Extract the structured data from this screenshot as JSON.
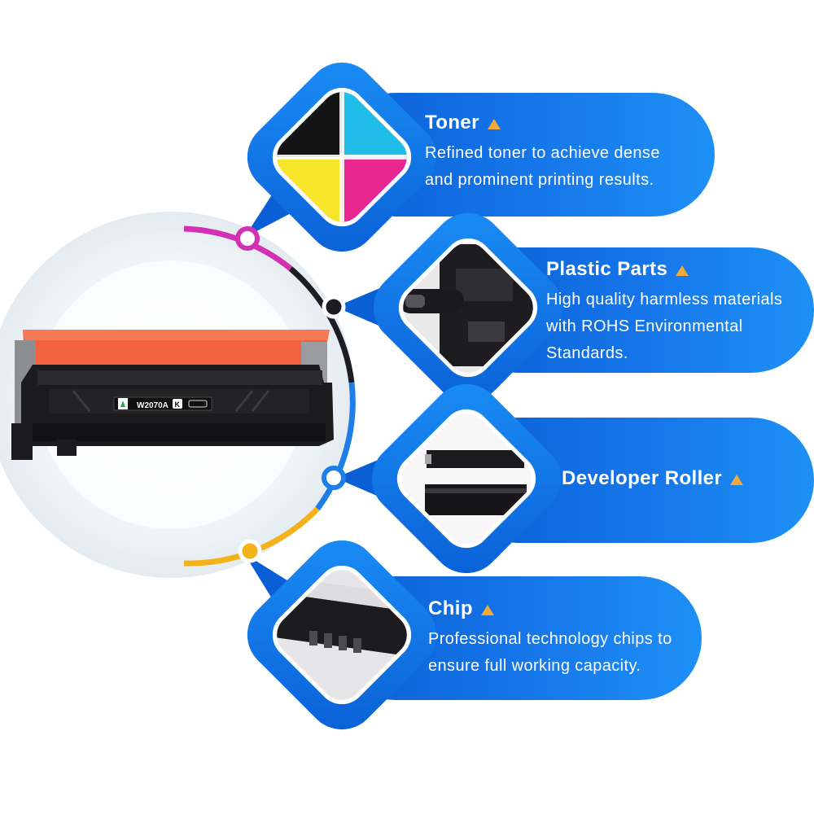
{
  "colors": {
    "panel_blue_dark": "#0a5fd6",
    "panel_blue_light": "#1e90f5",
    "accent_triangle": "#f2a93b",
    "arc_magenta": "#d331b3",
    "arc_black": "#1c1c24",
    "arc_blue": "#1e7ee8",
    "arc_yellow": "#f3b21a",
    "cartridge_orange": "#f2633d",
    "cartridge_black": "#1b1b1d",
    "toner_cyan": "#1fbde8",
    "toner_magenta": "#e8288f",
    "toner_yellow": "#f7e52a",
    "toner_black": "#141414"
  },
  "product": {
    "label": "W2070A",
    "badge": "K"
  },
  "features": [
    {
      "title": "Toner",
      "icon": "triangle-up-icon",
      "description": [
        "Refined toner to achieve dense",
        "and prominent printing results."
      ]
    },
    {
      "title": "Plastic Parts",
      "icon": "triangle-up-icon",
      "description": [
        "High quality harmless materials",
        "with ROHS Environmental",
        "Standards."
      ]
    },
    {
      "title": "Developer Roller",
      "icon": "triangle-up-icon",
      "description": []
    },
    {
      "title": "Chip",
      "icon": "triangle-up-icon",
      "description": [
        "Professional technology chips to",
        "ensure full working capacity."
      ]
    }
  ]
}
